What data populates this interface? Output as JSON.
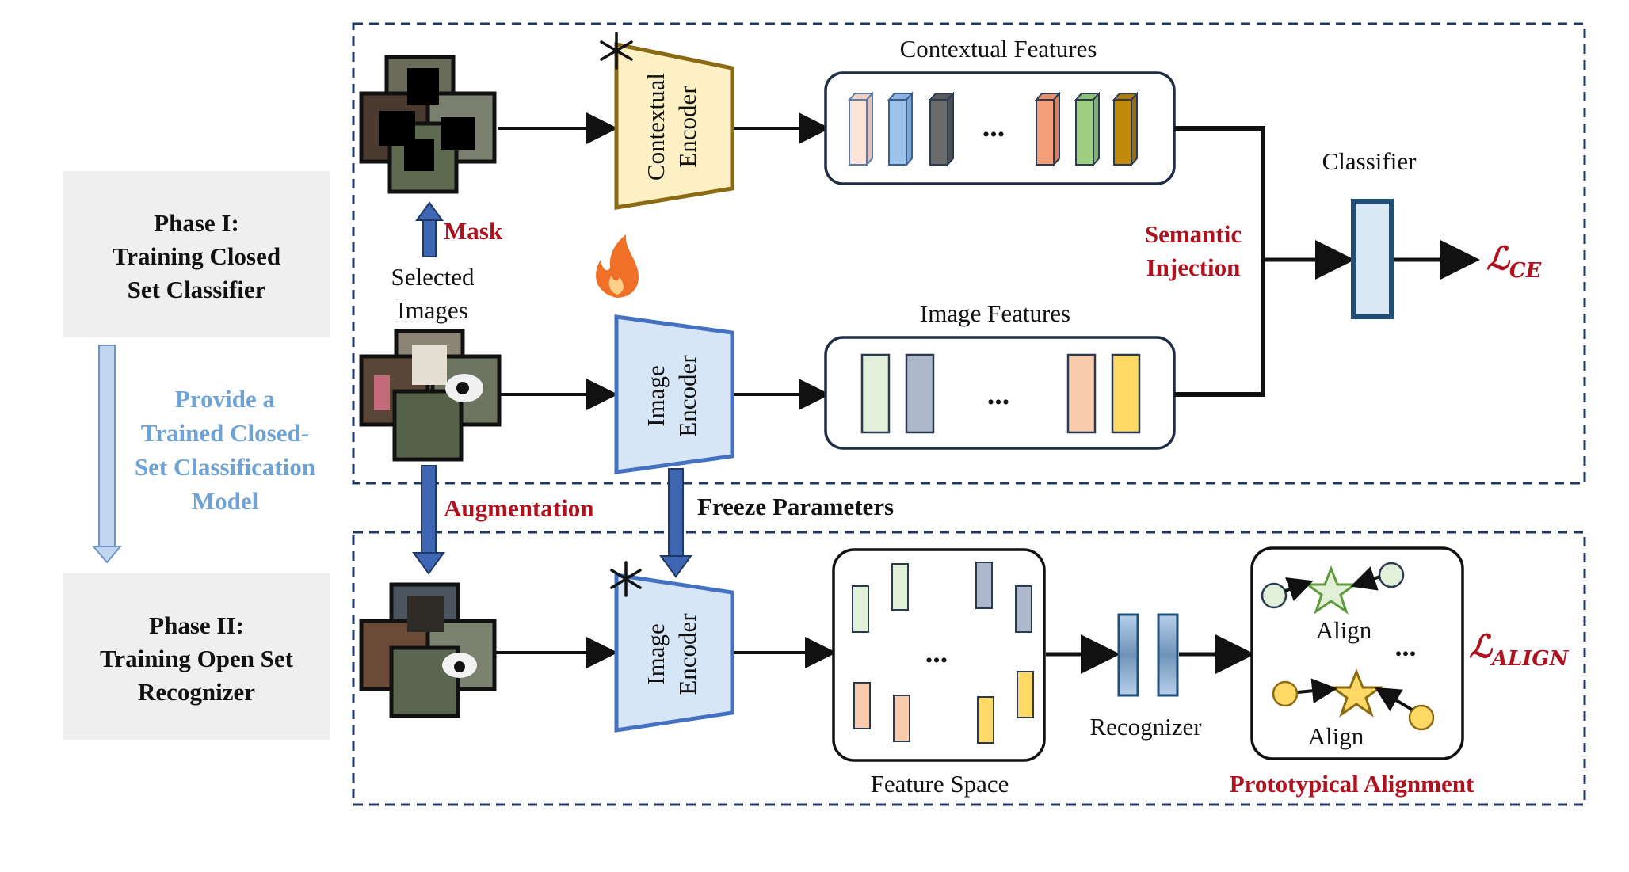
{
  "phases": {
    "phase1": [
      "Phase I:",
      "Training Closed",
      "Set Classifier"
    ],
    "phase2": [
      "Phase II:",
      "Training Open Set",
      "Recognizer"
    ],
    "transition": [
      "Provide a",
      "Trained Closed-",
      "Set Classification",
      "Model"
    ]
  },
  "labels": {
    "mask": "Mask",
    "selected_images": [
      "Selected",
      "Images"
    ],
    "contextual_encoder": [
      "Contextual",
      "Encoder"
    ],
    "image_encoder": [
      "Image",
      "Encoder"
    ],
    "image_encoder_2": [
      "Image",
      "Encoder"
    ],
    "contextual_features": "Contextual Features",
    "image_features": "Image Features",
    "classifier": "Classifier",
    "semantic_injection": [
      "Semantic",
      "Injection"
    ],
    "loss_ce": "ℒ",
    "loss_ce_sub": "CE",
    "augmentation": "Augmentation",
    "freeze_parameters": "Freeze Parameters",
    "feature_space": "Feature Space",
    "recognizer": "Recognizer",
    "align_top": "Align",
    "align_bottom": "Align",
    "prototypical_alignment": "Prototypical Alignment",
    "loss_align": "ℒ",
    "loss_align_sub": "ALIGN",
    "dots": "...",
    "dots_feature": "...",
    "dots_image": "...",
    "dots_space": "...",
    "dots_align": "..."
  },
  "icons": {
    "frozen": "snowflake-icon",
    "trainable": "flame-icon"
  },
  "colors": {
    "accent_red": "#b0111e",
    "accent_blue": "#6fa3d6",
    "arrow_blue": "#3e66b2",
    "encoder_blue_fill": "#d6e6f7",
    "encoder_yellow_fill": "#fdf0c4",
    "encoder_yellow_stroke": "#8a6a12",
    "panel_dash": "#1f3864"
  }
}
